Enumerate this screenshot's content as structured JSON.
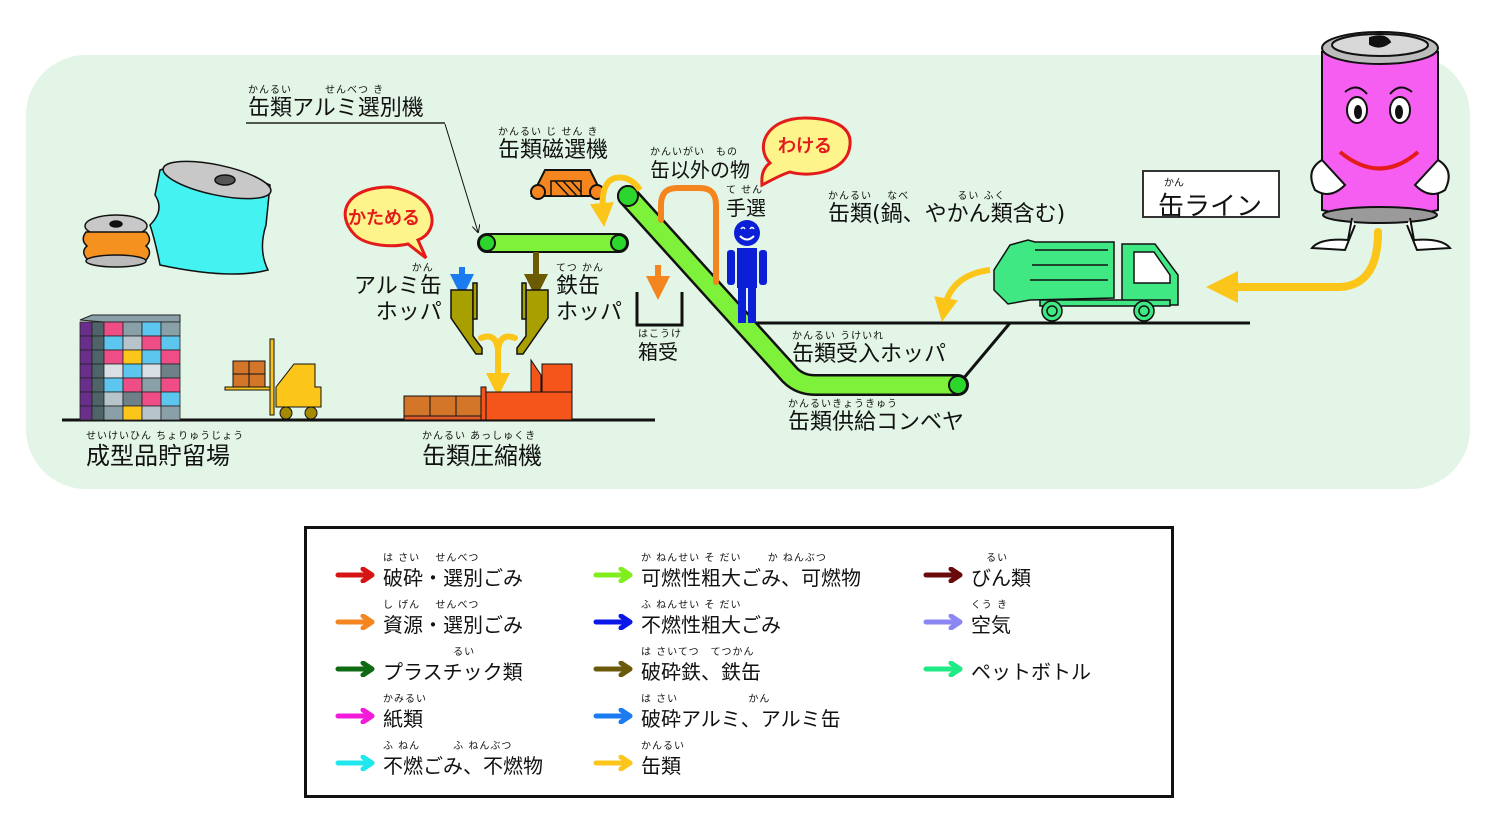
{
  "diagram": {
    "title": "缶ライン",
    "title_ruby": "かん",
    "colors": {
      "panel_bg": "#e2f5e6",
      "conveyor_green": "#7ef23a",
      "roller_green": "#2dd62d",
      "can_flow_yellow": "#fcc51a",
      "resource_orange": "#f5861f",
      "iron_brown": "#6b5a00",
      "aluminum_blue": "#1b7cf2",
      "truck_green": "#3fe882",
      "bubble_red": "#e31b1b",
      "bubble_fill": "#fdf48c",
      "compactor_orange": "#f5541a",
      "person_blue": "#0a1fd6",
      "mascot_pink": "#f55ef0"
    },
    "labels": {
      "aluminum_sorter": {
        "ruby": "かんるい　　　せんべつ き",
        "text": "缶類アルミ選別機"
      },
      "magnetic_sorter": {
        "ruby": "かんるい じ せん き",
        "text": "缶類磁選機"
      },
      "non_can": {
        "ruby": "かんいがい　もの",
        "text": "缶以外の物"
      },
      "hand_sort": {
        "ruby": "て せん",
        "text": "手選"
      },
      "cans_incl": {
        "ruby": "かんるい　 なべ　　　　 るい ふく",
        "text": "缶類(鍋、やかん類含む)"
      },
      "alu_hopper": {
        "ruby": "かん",
        "text": "アルミ缶",
        "text2": "ホッパ"
      },
      "iron_hopper": {
        "ruby": "てつ かん",
        "text": "鉄缶",
        "text2": "ホッパ"
      },
      "box": {
        "ruby": "はこうけ",
        "text": "箱受"
      },
      "receiving_hopper": {
        "ruby": "かんるい うけいれ",
        "text": "缶類受入ホッパ"
      },
      "supply_conveyor": {
        "ruby": "かんるいきょうきゅう",
        "text": "缶類供給コンベヤ"
      },
      "storage": {
        "ruby": "せいけいひん ちょりゅうじょう",
        "text": "成型品貯留場"
      },
      "compactor": {
        "ruby": "かんるい あっしゅくき",
        "text": "缶類圧縮機"
      }
    },
    "bubbles": {
      "sort": "わける",
      "compress": "かためる"
    }
  },
  "legend": {
    "items": [
      {
        "ruby": "は さい　 せんべつ",
        "text": "破砕・選別ごみ",
        "color": "#d61414"
      },
      {
        "ruby": "し げん　 せんべつ",
        "text": "資源・選別ごみ",
        "color": "#f5861f"
      },
      {
        "ruby": "　　　　　　 るい",
        "text": "プラスチック類",
        "color": "#0e6b14"
      },
      {
        "ruby": "かみるい",
        "text": "紙類",
        "color": "#f21bd9"
      },
      {
        "ruby": "ふ ねん　　　ふ ねんぶつ",
        "text": "不燃ごみ、不燃物",
        "color": "#1ee8ee"
      },
      {
        "ruby": "か ねんせい そ だい　　 か ねんぶつ",
        "text": "可燃性粗大ごみ、可燃物",
        "color": "#80ee1c"
      },
      {
        "ruby": "ふ ねんせい そ だい",
        "text": "不燃性粗大ごみ",
        "color": "#0a17e8"
      },
      {
        "ruby": "は さいてつ　てつかん",
        "text": "破砕鉄、鉄缶",
        "color": "#6b5a0a"
      },
      {
        "ruby": "は さい　　　　　　 かん",
        "text": "破砕アルミ、アルミ缶",
        "color": "#1b7cf2"
      },
      {
        "ruby": "かんるい",
        "text": "缶類",
        "color": "#fcc51a"
      },
      {
        "ruby": "　 るい",
        "text": "びん類",
        "color": "#6b0a0a"
      },
      {
        "ruby": "くう き",
        "text": "空気",
        "color": "#8a86f2"
      },
      {
        "ruby": "",
        "text": "ペットボトル",
        "color": "#1eea86"
      }
    ]
  }
}
